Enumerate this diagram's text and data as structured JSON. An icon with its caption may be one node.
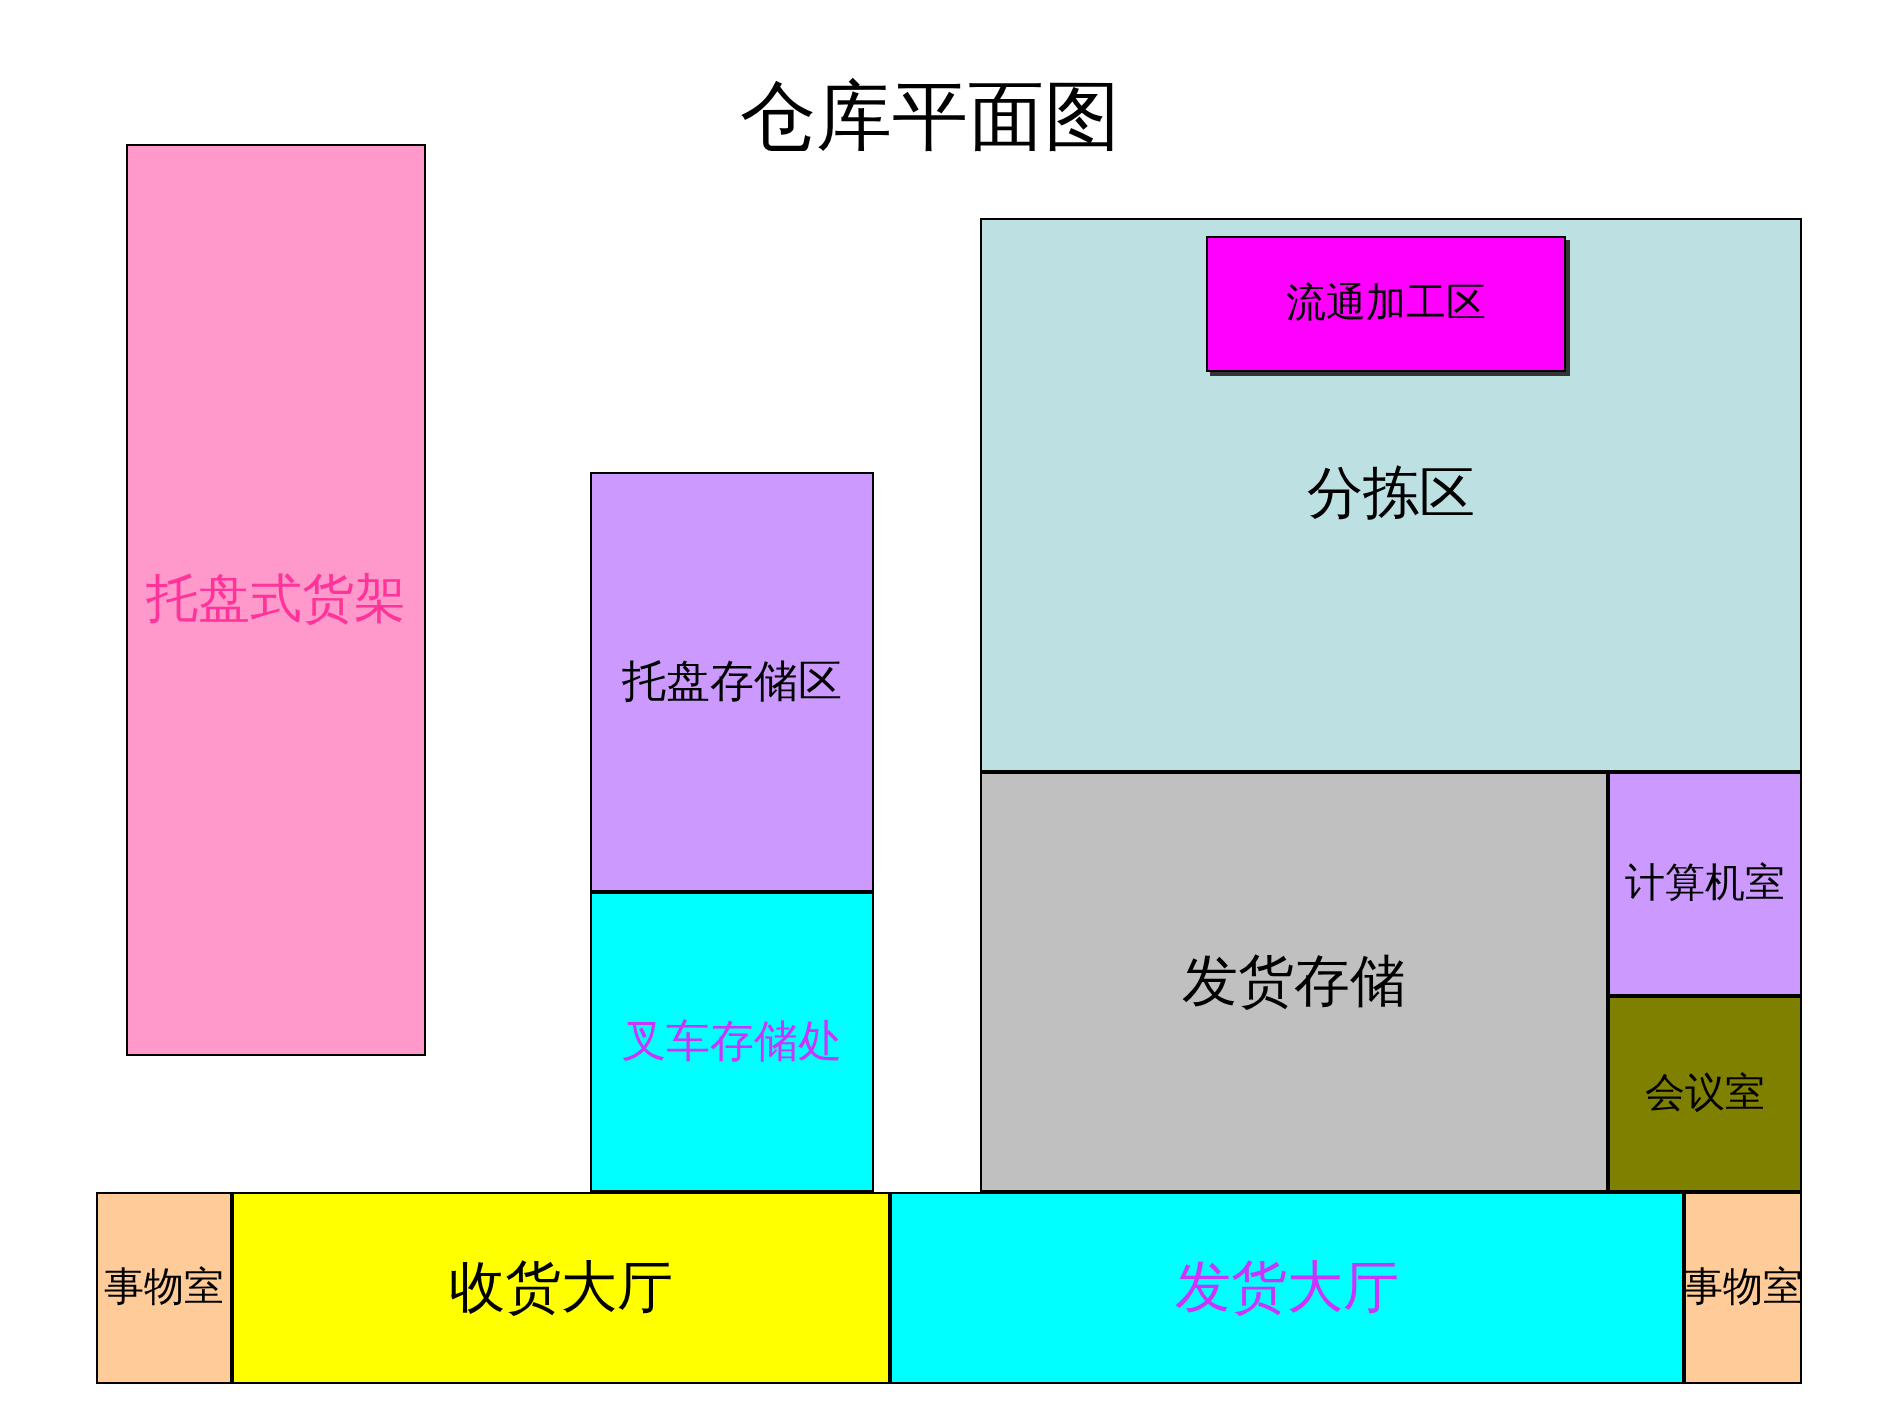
{
  "diagram": {
    "title": "仓库平面图",
    "nodes": [
      {
        "text": [
          "托盘式货架"
        ]
      },
      {
        "text": [
          "托盘存储区"
        ]
      },
      {
        "text": [
          "叉车存储处"
        ]
      },
      {
        "text": [
          "分拣区"
        ]
      },
      {
        "text": [
          "流通加工区"
        ],
        "in": 3
      },
      {
        "text": [
          "发货存储"
        ]
      },
      {
        "text": [
          "计算机室"
        ]
      },
      {
        "text": [
          "会议室"
        ]
      },
      {
        "text": [
          "事物室"
        ]
      },
      {
        "text": [
          "收货大厅"
        ]
      },
      {
        "text": [
          "发货大厅"
        ]
      },
      {
        "text": [
          "事物室"
        ]
      }
    ]
  }
}
